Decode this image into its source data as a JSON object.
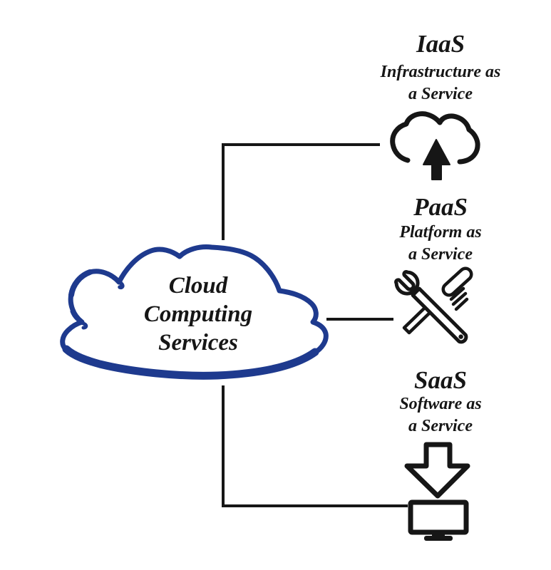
{
  "hub": {
    "label": "Cloud Computing Services",
    "lines": [
      "Cloud",
      "Computing",
      "Services"
    ]
  },
  "services": [
    {
      "id": "iaas",
      "acronym": "IaaS",
      "subtitle_line1": "Infrastructure as",
      "subtitle_line2": "a Service",
      "icon": "cloud-upload-icon"
    },
    {
      "id": "paas",
      "acronym": "PaaS",
      "subtitle_line1": "Platform as",
      "subtitle_line2": "a Service",
      "icon": "wrench-and-screwdriver-icon"
    },
    {
      "id": "saas",
      "acronym": "SaaS",
      "subtitle_line1": "Software as",
      "subtitle_line2": "a Service",
      "icon": "download-to-computer-icon"
    }
  ],
  "colors": {
    "hub_outline": "#1e3a8e",
    "ink": "#161616",
    "background": "#ffffff"
  }
}
